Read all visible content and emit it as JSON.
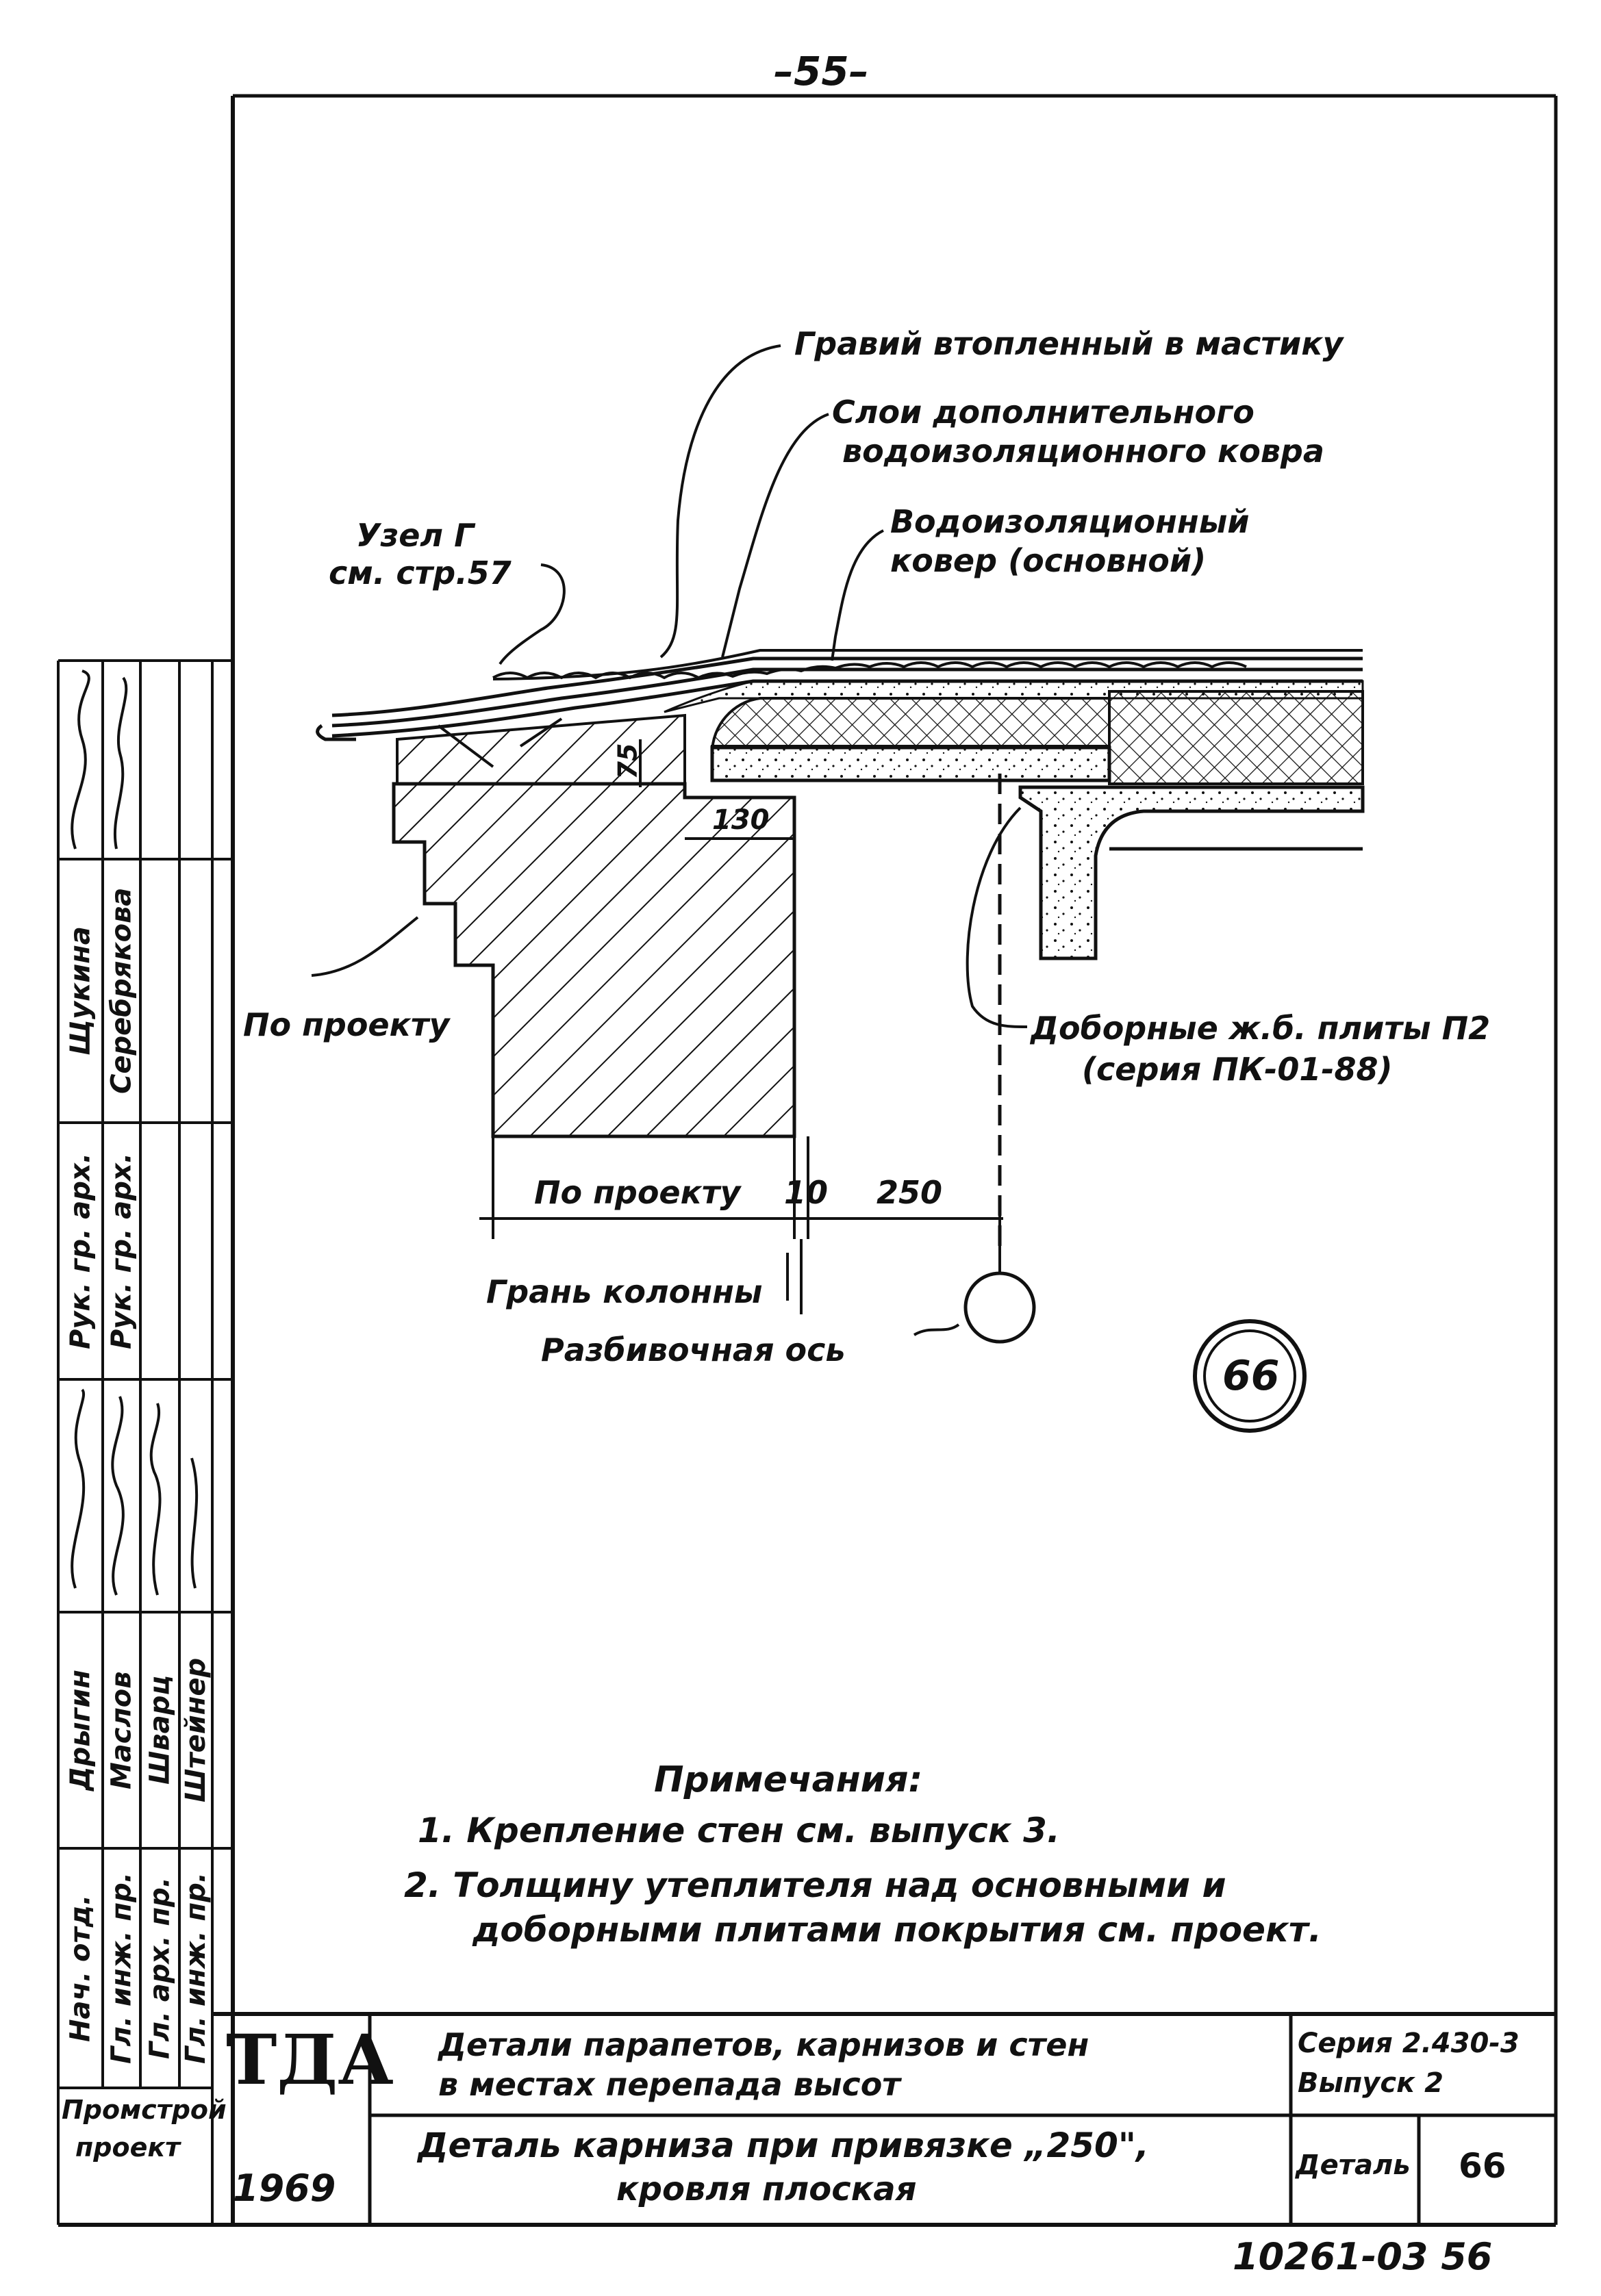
{
  "page_number": "–55–",
  "labels": {
    "gravel": "Гравий втопленный в мастику",
    "extra_layer_1": "Слои дополнительного",
    "extra_layer_2": "водоизоляционного ковра",
    "main_carpet_1": "Водоизоляционный",
    "main_carpet_2": "ковер (основной)",
    "node_1": "Узел Г",
    "node_2": "см. стр.57",
    "by_project_left": "По проекту",
    "slabs_1": "Доборные ж.б. плиты П2",
    "slabs_2": "(серия ПК-01-88)",
    "dim_by_project": "По проекту",
    "dim_10": "10",
    "dim_250": "250",
    "dim_130": "130",
    "dim_75": "75",
    "column_face": "Грань колонны",
    "grid_axis": "Разбивочная ось"
  },
  "detail_number": "66",
  "notes": {
    "title": "Примечания:",
    "items": [
      "1. Крепление стен см. выпуск 3.",
      "2. Толщину утеплителя над основными и",
      "доборными плитами покрытия см. проект."
    ]
  },
  "title_block": {
    "logo": "ТДА",
    "year": "1969",
    "org_1": "Промстрой",
    "org_2": "проект",
    "title_top_1": "Детали парапетов, карнизов и стен",
    "title_top_2": "в местах перепада высот",
    "title_bottom_1": "Деталь карниза при привязке „250\",",
    "title_bottom_2": "кровля плоская",
    "series_1": "Серия 2.430-3",
    "series_2": "Выпуск 2",
    "detail_label": "Деталь",
    "detail_no": "66"
  },
  "side_stamp": {
    "roles": [
      "Нач. отд.",
      "Гл. инж. пр.",
      "Гл. арх. пр.",
      "Гл. инж. пр."
    ],
    "names_top": [
      "Дрыгин",
      "Маслов",
      "Шварц",
      "Штейнер"
    ],
    "roles2": [
      "Рук. гр. арх.",
      "Рук. гр. арх."
    ],
    "names2": [
      "Щукина",
      "Серебрякова"
    ]
  },
  "doc_number": "10261-03 56"
}
